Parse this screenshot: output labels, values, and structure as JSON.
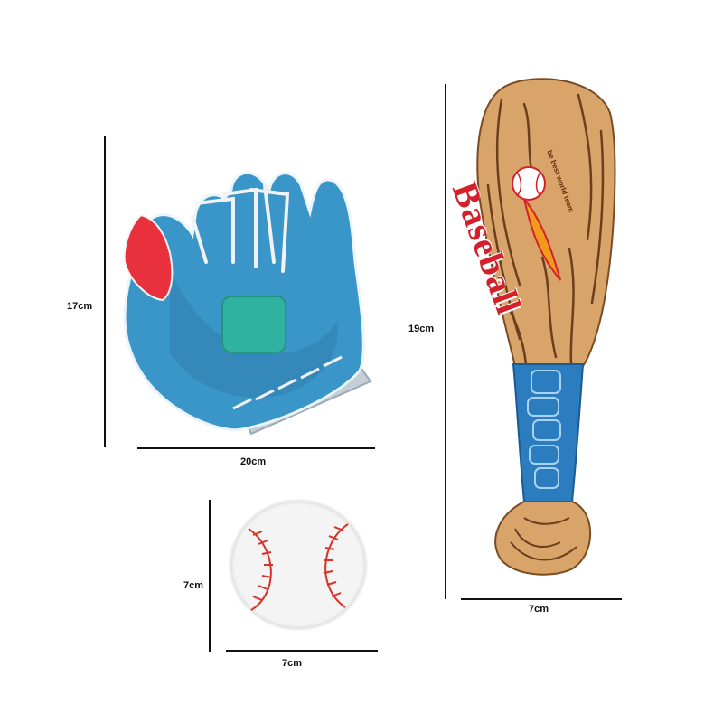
{
  "products": {
    "glove": {
      "name": "glove",
      "height_label": "17cm",
      "width_label": "20cm",
      "colors": {
        "main": "#3a95c8",
        "thumb": "#e8313c",
        "pad": "#2fb3a0",
        "lace": "#f2f2f2",
        "cuff": "#b9c6cf"
      }
    },
    "bat": {
      "name": "bat",
      "height_label": "19cm",
      "width_label": "7cm",
      "brand": "Baseball",
      "slogan": "be best world team",
      "colors": {
        "wood": "#d9a46a",
        "grain": "#6b3f1d",
        "grip": "#2c7cc0",
        "brand_red": "#d3202a"
      }
    },
    "ball": {
      "name": "ball",
      "height_label": "7cm",
      "width_label": "7cm",
      "colors": {
        "leather": "#f4f4f4",
        "stitch": "#d8312a"
      }
    }
  }
}
